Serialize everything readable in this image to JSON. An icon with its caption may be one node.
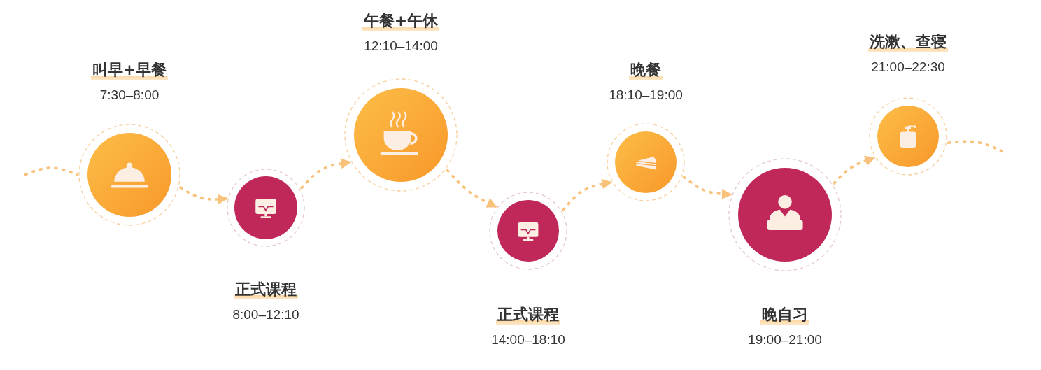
{
  "diagram": {
    "nodes": [
      {
        "text": [
          "叫早+早餐",
          "7:30–8:00"
        ]
      },
      {
        "text": [
          "正式课程",
          "8:00–12:10"
        ]
      },
      {
        "text": [
          "午餐+午休",
          "12:10–14:00"
        ]
      },
      {
        "text": [
          "正式课程",
          "14:00–18:10"
        ]
      },
      {
        "text": [
          "晚餐",
          "18:10–19:00"
        ]
      },
      {
        "text": [
          "晚自习",
          "19:00–21:00"
        ]
      },
      {
        "text": [
          "洗漱、查寝",
          "21:00–22:30"
        ]
      }
    ],
    "edges": [
      {
        "from": null,
        "to": 0,
        "arrow": "none",
        "style": "dashed"
      },
      {
        "from": 0,
        "to": 1,
        "arrow": "to",
        "style": "dashed"
      },
      {
        "from": 1,
        "to": 2,
        "arrow": "to",
        "style": "dashed"
      },
      {
        "from": 2,
        "to": 3,
        "arrow": "to",
        "style": "dashed"
      },
      {
        "from": 3,
        "to": 4,
        "arrow": "to",
        "style": "dashed"
      },
      {
        "from": 4,
        "to": 5,
        "arrow": "to",
        "style": "dashed"
      },
      {
        "from": 5,
        "to": 6,
        "arrow": "to",
        "style": "dashed"
      },
      {
        "from": 6,
        "to": null,
        "arrow": "none",
        "style": "dashed"
      }
    ]
  }
}
